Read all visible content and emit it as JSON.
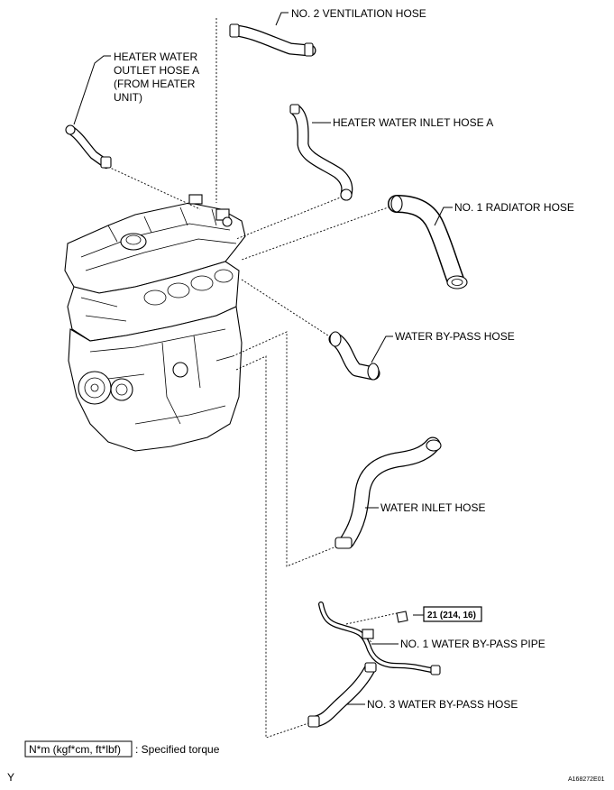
{
  "labels": {
    "ventilation_hose_2": "NO. 2 VENTILATION HOSE",
    "heater_outlet_line1": "HEATER WATER",
    "heater_outlet_line2": "OUTLET HOSE A",
    "heater_outlet_line3": "(FROM HEATER",
    "heater_outlet_line4": "UNIT)",
    "heater_inlet_hose": "HEATER WATER INLET HOSE A",
    "radiator_hose_1": "NO. 1 RADIATOR HOSE",
    "water_bypass_hose": "WATER BY-PASS HOSE",
    "water_inlet_hose": "WATER INLET HOSE",
    "water_bypass_pipe_1": "NO. 1 WATER BY-PASS PIPE",
    "water_bypass_hose_3": "NO. 3 WATER BY-PASS HOSE"
  },
  "torque": {
    "value": "21 (214, 16)"
  },
  "legend": {
    "unit_box": "N*m (kgf*cm, ft*lbf)",
    "description": ": Specified torque"
  },
  "footer": {
    "corner_mark": "Y",
    "figure_id": "A168272E01"
  }
}
